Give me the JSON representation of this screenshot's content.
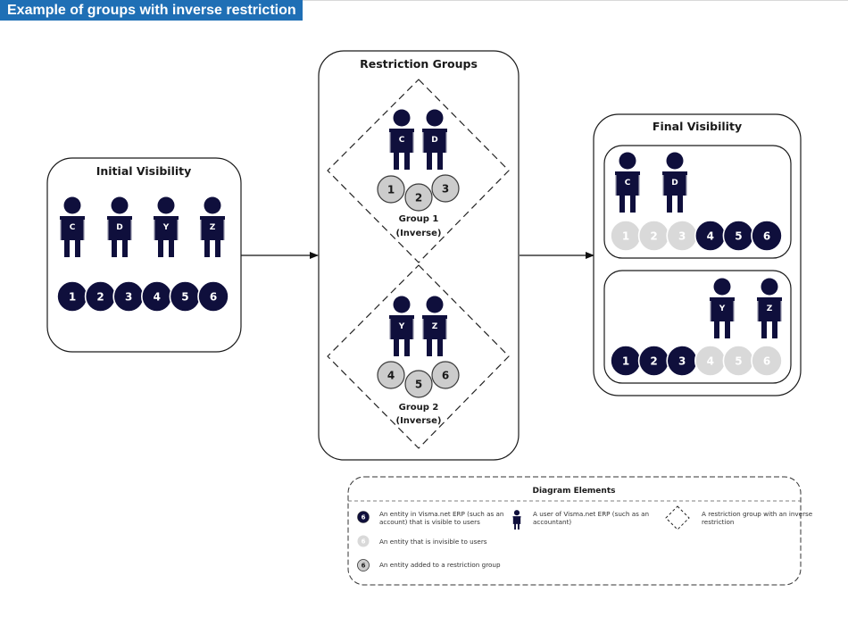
{
  "page_title": "Example of groups with inverse restriction",
  "colors": {
    "title_bg": "#1f6fb5",
    "entity_visible": "#0f0f3c",
    "entity_invisible": "#d9d9d9",
    "entity_in_group": "#cccccc",
    "user": "#0f0f3c"
  },
  "initial": {
    "title": "Initial Visibility",
    "users": [
      "C",
      "D",
      "Y",
      "Z"
    ],
    "entities": [
      "1",
      "2",
      "3",
      "4",
      "5",
      "6"
    ]
  },
  "restriction": {
    "title": "Restriction Groups",
    "groups": [
      {
        "label_line1": "Group 1",
        "label_line2": "(Inverse)",
        "users": [
          "C",
          "D"
        ],
        "entities": [
          "1",
          "2",
          "3"
        ]
      },
      {
        "label_line1": "Group 2",
        "label_line2": "(Inverse)",
        "users": [
          "Y",
          "Z"
        ],
        "entities": [
          "4",
          "5",
          "6"
        ]
      }
    ]
  },
  "final": {
    "title": "Final Visibility",
    "panels": [
      {
        "users": [
          "C",
          "D"
        ],
        "entities": [
          {
            "label": "1",
            "state": "invisible"
          },
          {
            "label": "2",
            "state": "invisible"
          },
          {
            "label": "3",
            "state": "invisible"
          },
          {
            "label": "4",
            "state": "visible"
          },
          {
            "label": "5",
            "state": "visible"
          },
          {
            "label": "6",
            "state": "visible"
          }
        ]
      },
      {
        "users": [
          "Y",
          "Z"
        ],
        "entities": [
          {
            "label": "1",
            "state": "visible"
          },
          {
            "label": "2",
            "state": "visible"
          },
          {
            "label": "3",
            "state": "visible"
          },
          {
            "label": "4",
            "state": "invisible"
          },
          {
            "label": "5",
            "state": "invisible"
          },
          {
            "label": "6",
            "state": "invisible"
          }
        ]
      }
    ]
  },
  "legend": {
    "title": "Diagram Elements",
    "visible_entity": {
      "icon_label": "6",
      "line1": "An entity in Visma.net ERP (such as an",
      "line2": "account) that is visible to users"
    },
    "user": {
      "line1": "A user of Visma.net ERP (such as an",
      "line2": "accountant)"
    },
    "group": {
      "line1": "A restriction group with an inverse",
      "line2": "restriction"
    },
    "invisible_entity": {
      "icon_label": "6",
      "line1": "An entity that is invisible to users"
    },
    "group_entity": {
      "icon_label": "6",
      "line1": "An entity added to a restriction group"
    }
  }
}
